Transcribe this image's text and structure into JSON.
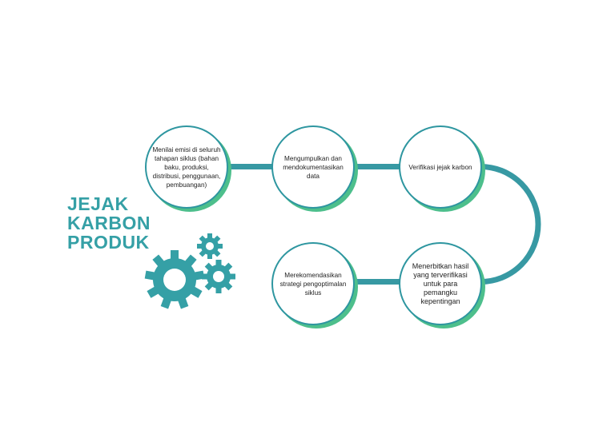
{
  "title": [
    "JEJAK",
    "KARBON",
    "PRODUK"
  ],
  "steps": [
    "Menilai emisi di seluruh tahapan siklus (bahan baku, produksi, distribusi, penggunaan, pembuangan)",
    "Mengumpulkan dan mendokumentasikan data",
    "Verifikasi jejak karbon",
    "Menerbitkan hasil yang terverifikasi untuk para pemangku kepentingan",
    "Merekomendasikan strategi pengoptimalan siklus"
  ],
  "colors": {
    "teal": "#3799a3",
    "green": "#4dbf8c"
  }
}
